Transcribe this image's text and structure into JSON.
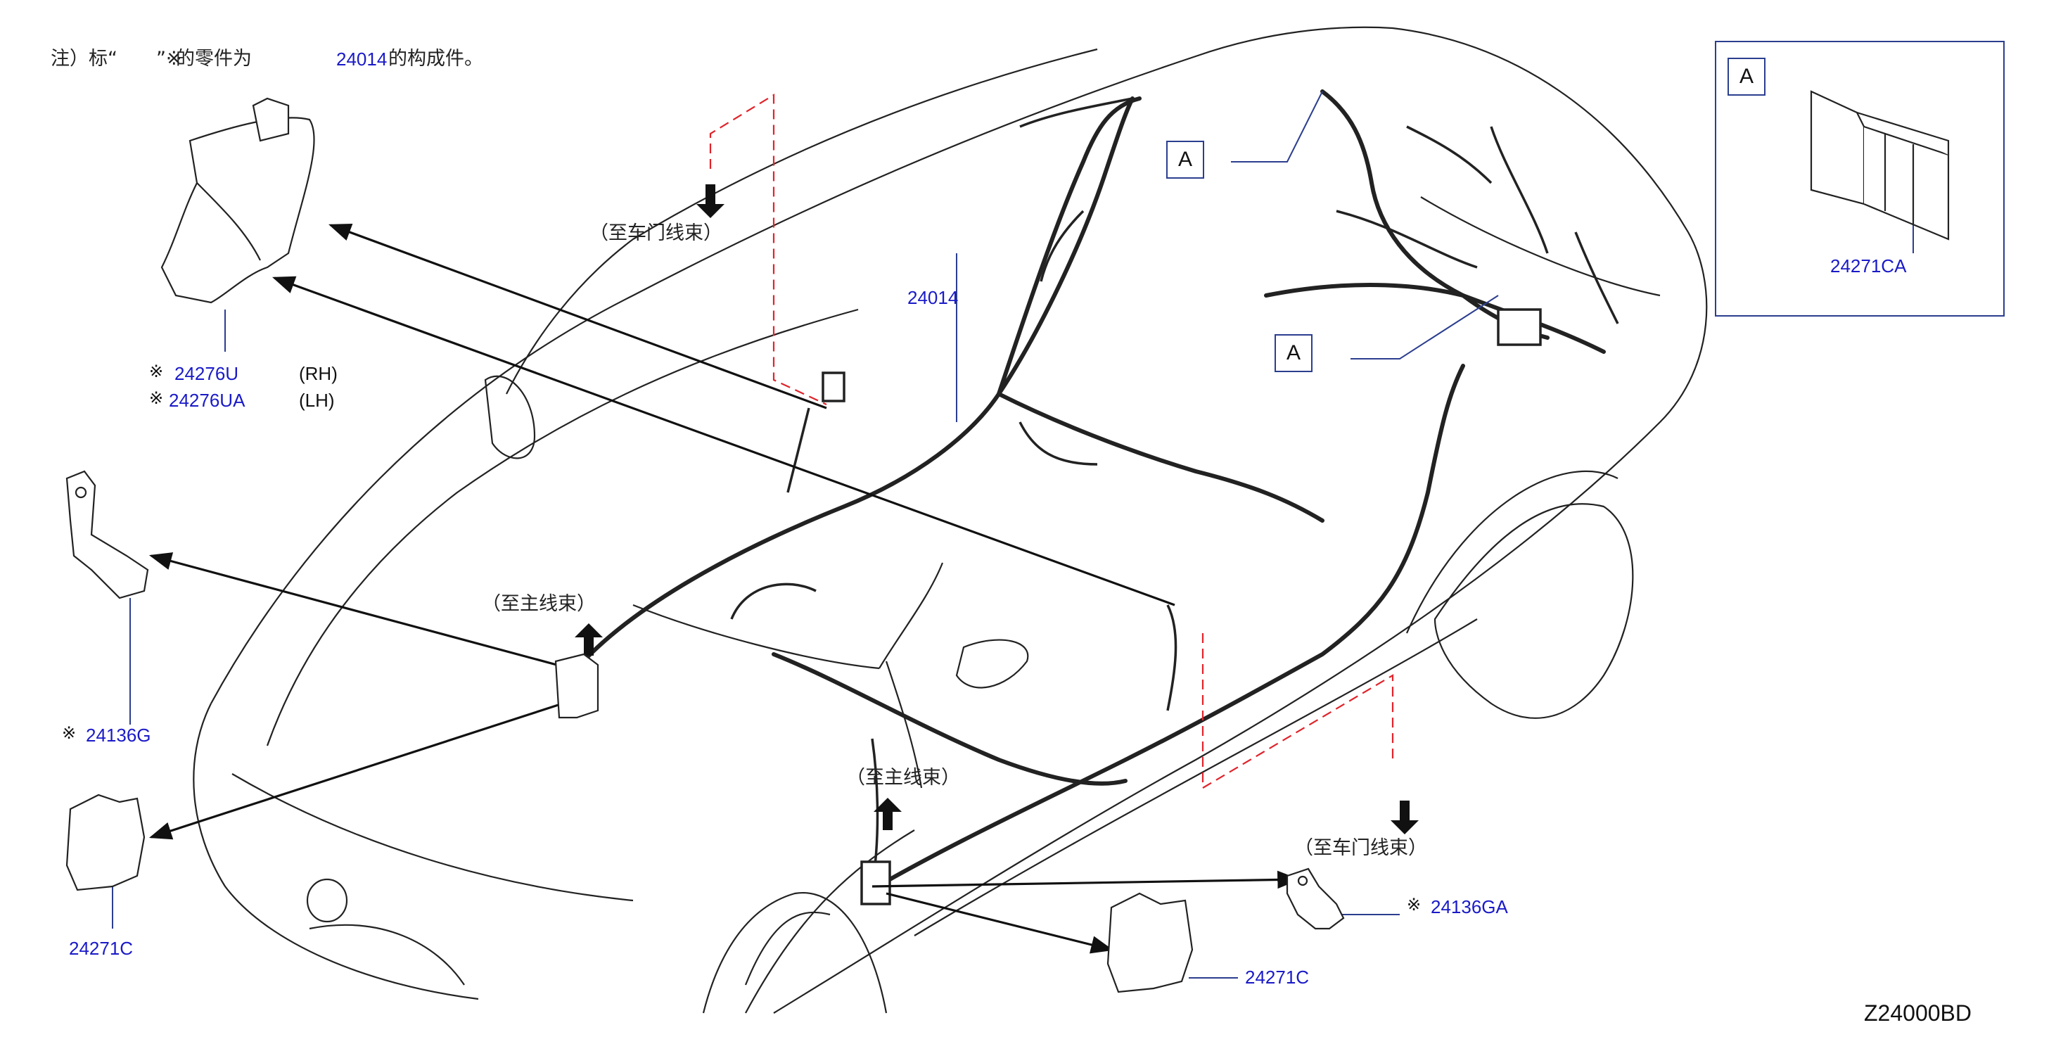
{
  "note": {
    "prefix": "注）标“",
    "mark": "”※",
    "middle": "的零件为",
    "part": "24014",
    "suffix": "的构成件。"
  },
  "callouts": {
    "to_door_harness_top": "（至车门线束）",
    "to_door_harness_bottom": "（至车门线束）",
    "to_main_harness_left": "（至主线束）",
    "to_main_harness_center": "（至主线束）"
  },
  "parts": {
    "main_harness": "24014",
    "protector_rh": "24276U",
    "protector_rh_side": "(RH)",
    "protector_lh": "24276UA",
    "protector_lh_side": "(LH)",
    "bracket_left": "24136G",
    "cover_left": "24271C",
    "cover_bottom": "24271C",
    "bracket_bottom": "24136GA",
    "detail_a_part": "24271CA"
  },
  "reference_marker": "※",
  "view_label": "A",
  "diagram_code": "Z24000BD",
  "colors": {
    "part_number": "#1a1ac8",
    "line": "#222222",
    "box_border": "#2b3e8f",
    "dashed_guide": "#e0232a"
  }
}
